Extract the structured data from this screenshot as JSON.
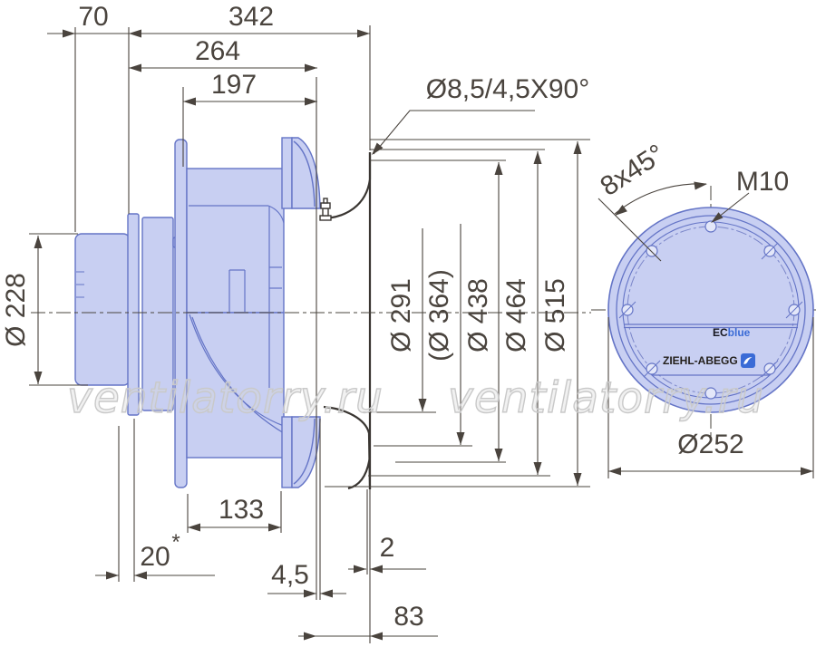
{
  "drawing": {
    "type": "centrifugal-fan-dimension-drawing",
    "watermark": {
      "left": "ventilatorry.ru",
      "right": "ventilatorry.ru"
    },
    "dimensions": {
      "top": {
        "d70": "70",
        "d342": "342",
        "d264": "264",
        "d197": "197"
      },
      "callout_countersink": "Ø8,5/4,5X90°",
      "left_diameter": "Ø 228",
      "diameters": {
        "d291": "Ø 291",
        "d364": "(Ø 364)",
        "d438": "Ø 438",
        "d464": "Ø 464",
        "d515": "Ø 515"
      },
      "bottom": {
        "d133": "133",
        "d20": "20",
        "d20_note": "*",
        "d45": "4,5",
        "d2": "2",
        "d83": "83"
      }
    },
    "rear_view": {
      "angle": "8x45°",
      "thread": "M10",
      "flange_diameter": "Ø252",
      "brand_ec": "EC",
      "brand_blue": "blue",
      "brand_name": "ZIEHL-ABEGG"
    },
    "colors": {
      "part_fill": "#c8cff2",
      "part_stroke": "#6474c6",
      "dimension_line": "#4a443e",
      "housing_line": "#3a3632",
      "watermark": "#c9c9c9",
      "brand_blue": "#3a6bd6"
    }
  }
}
